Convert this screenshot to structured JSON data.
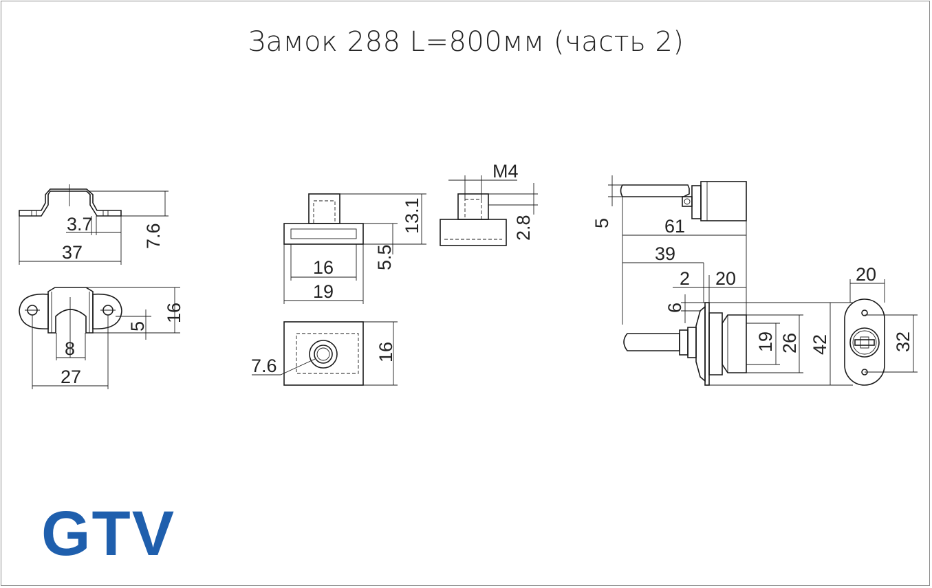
{
  "title": "Замок 288 L=800мм (часть 2)",
  "brand": "GTV",
  "colors": {
    "brand": "#1f5fad",
    "line": "#1a1a1a",
    "frame": "#8a8a8a"
  },
  "dims": {
    "strike_plate": {
      "hole_offset": "3.7",
      "height": "7.6",
      "length": "37",
      "width": "16",
      "slot_depth": "5",
      "slot_width": "8",
      "hole_spacing": "27"
    },
    "bolt": {
      "inner_width": "16",
      "outer_width": "19",
      "base_height": "5.5",
      "total_height": "13.1",
      "width_top": "16",
      "bore": "7.6"
    },
    "nut": {
      "thread": "M4",
      "height": "2.8"
    },
    "lock": {
      "offset": "5",
      "total_length": "61",
      "rod_length": "39",
      "flange": "2",
      "body_length": "20",
      "flange_step": "6",
      "bore_diam": "19",
      "body_diam": "26",
      "flange_height": "42",
      "face_width": "20",
      "face_height": "32"
    }
  }
}
